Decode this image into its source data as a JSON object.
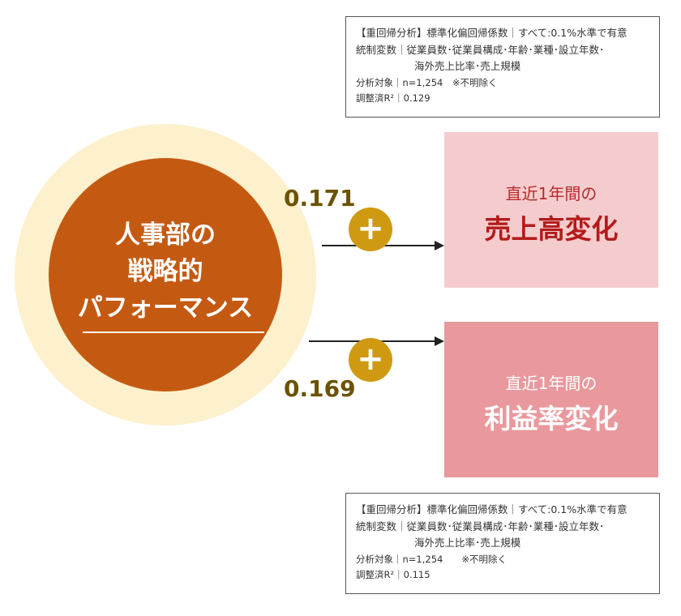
{
  "top_box": {
    "line1": "【重回帰分析】標準化偏回帰係数｜すべて:0.1%水準で有意",
    "line2": "統制変数｜従業員数･従業員構成･年齢･業種･設立年数･",
    "line3": "海外売上比率･売上規模",
    "line4": "分析対象｜n=1,254　※不明除く",
    "line5": "調整済R²｜0.129"
  },
  "bottom_box": {
    "line1": "【重回帰分析】標準化偏回帰係数｜すべて:0.1%水準で有意",
    "line2": "統制変数｜従業員数･従業員構成･年齢･業種･設立年数･",
    "line3": "海外売上比率･売上規模",
    "line4": "分析対象｜n=1,254　　※不明除く",
    "line5": "調整済R²｜0.115"
  },
  "circle": {
    "line1": "人事部の",
    "line2": "戦略的",
    "line3": "パフォーマンス"
  },
  "links": {
    "top": {
      "coefficient": "0.171",
      "sign": "+"
    },
    "bottom": {
      "coefficient": "0.169",
      "sign": "+"
    }
  },
  "results": {
    "top": {
      "sub": "直近1年間の",
      "main": "売上高変化"
    },
    "bottom": {
      "sub": "直近1年間の",
      "main": "利益率変化"
    }
  },
  "colors": {
    "circle_inner": "#c45a12",
    "circle_outer": "#fdf0cc",
    "plus": "#cf9a11",
    "coefficient": "#6b5200",
    "result_top": "#f5ccce",
    "result_bottom": "#e9999d"
  }
}
